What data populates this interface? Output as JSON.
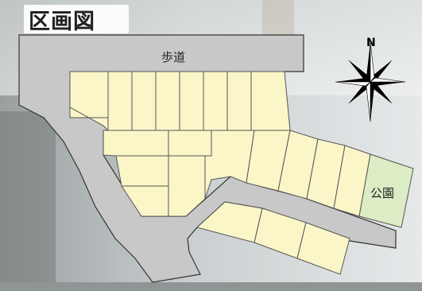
{
  "title": "区画図",
  "labels": {
    "sidewalk": "歩道",
    "park": "公園",
    "north": "N"
  },
  "icons": {
    "compass": "compass-rose-icon"
  },
  "colors": {
    "lot": "#fbf6c8",
    "road": "#c8c8c8",
    "park": "#dcecc4",
    "outline": "#333333"
  }
}
